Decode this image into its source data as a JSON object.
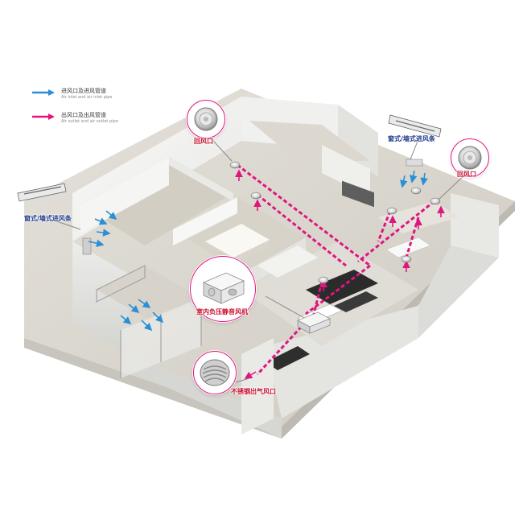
{
  "legend": {
    "inlet": {
      "cn": "进风口及进风管道",
      "en": "Air inlet and air inlet pipe",
      "color": "#2a8fd6"
    },
    "outlet": {
      "cn": "出风口及出风管道",
      "en": "Air outlet and air outlet pipe",
      "color": "#e0167f"
    }
  },
  "labels": {
    "return_vent_1": "回风口",
    "return_vent_2": "回风口",
    "wall_inlet_left": "窗式/墙式进风条",
    "wall_inlet_right": "窗式/墙式进风条",
    "fan": "室内负压静音风机",
    "exhaust": "不锈钢出气风口"
  },
  "colors": {
    "accent_pink": "#e0167f",
    "inlet_blue": "#2a8fd6",
    "label_navy": "#1e3c8c",
    "wall": "#f4f4f2",
    "floor": "#d9d6cf"
  }
}
